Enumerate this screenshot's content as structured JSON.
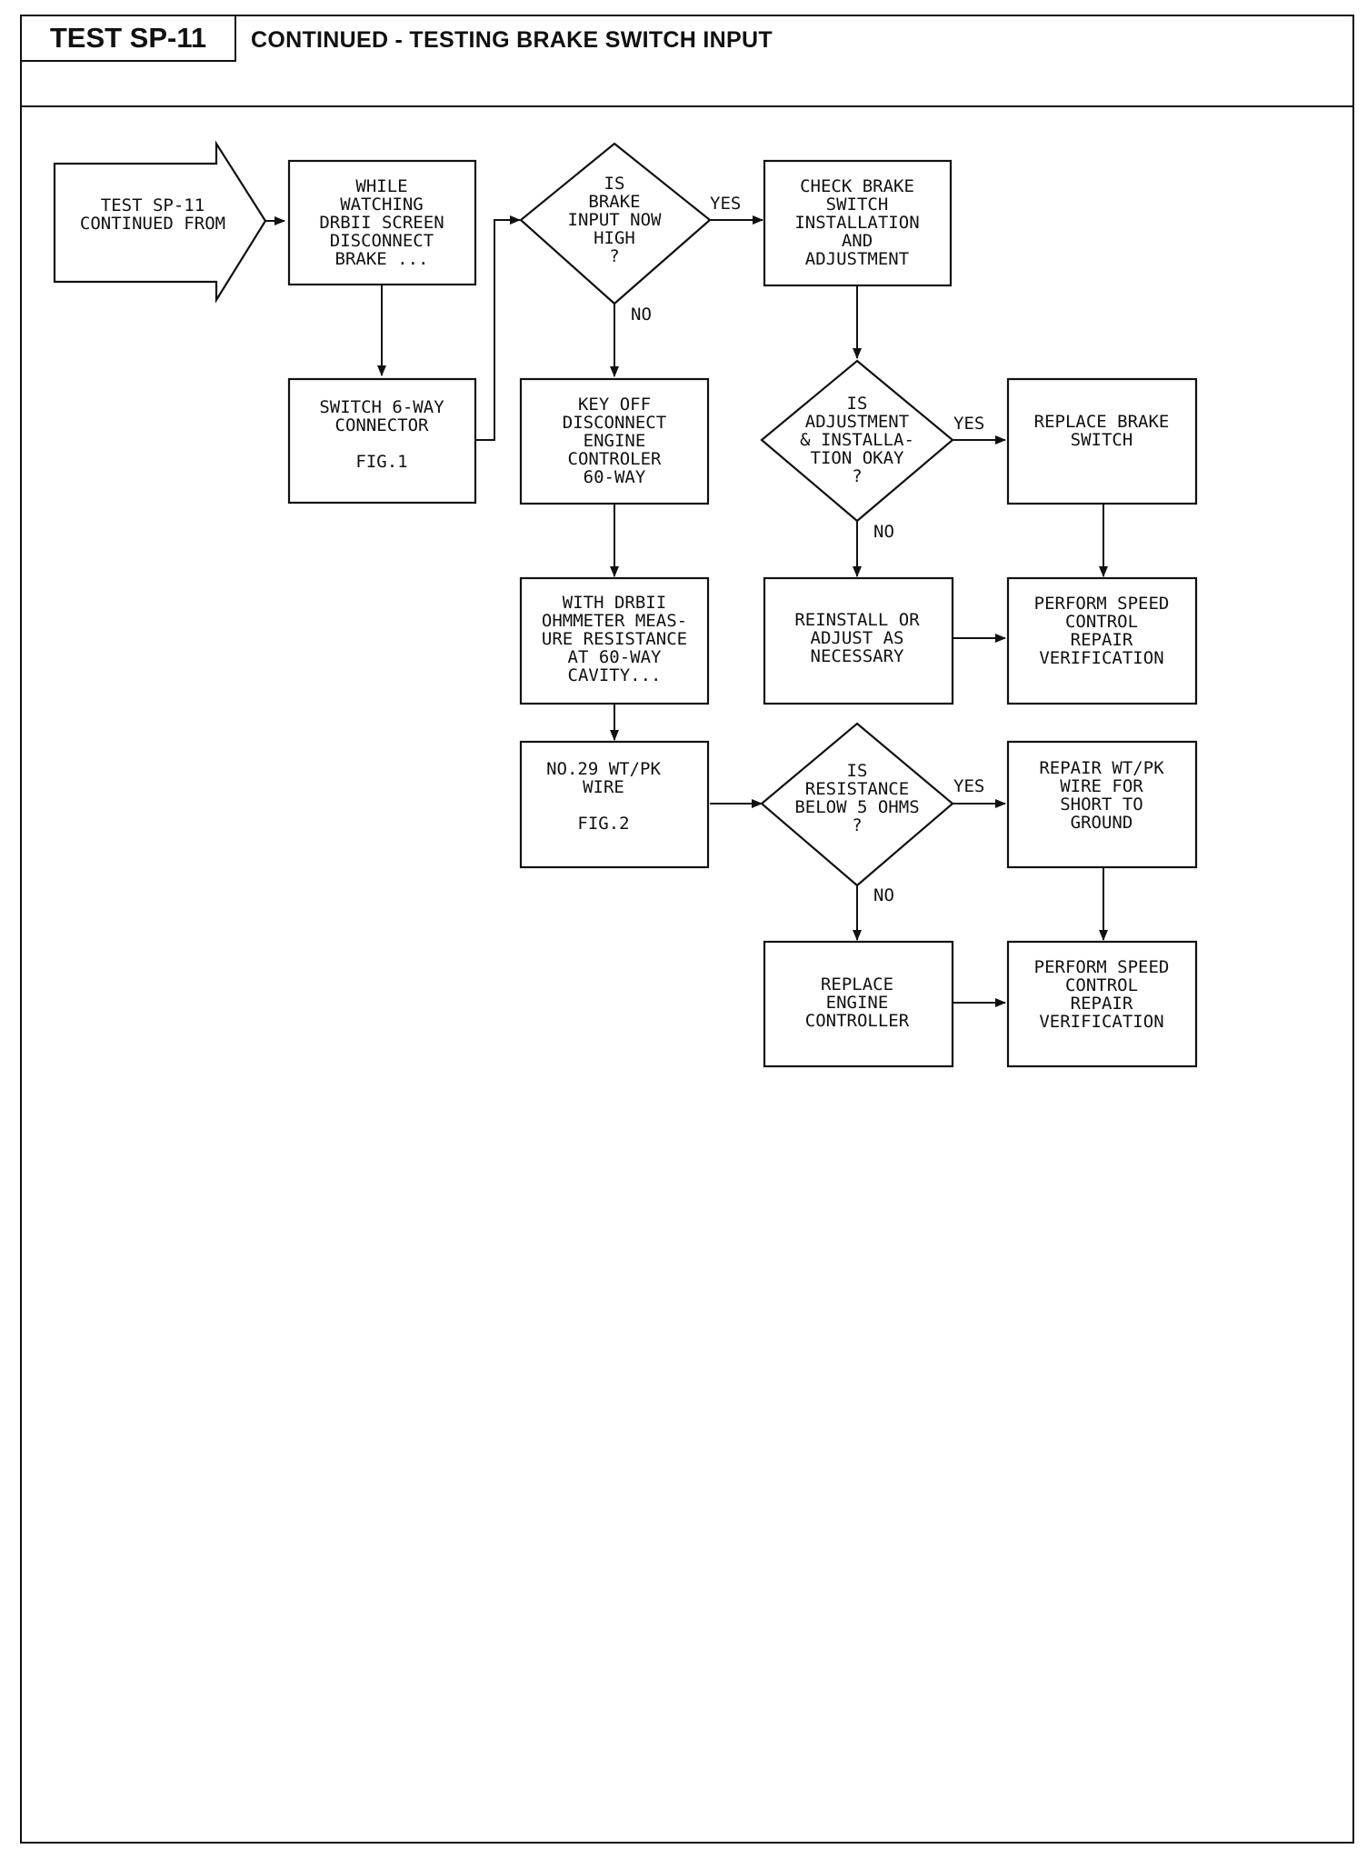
{
  "header": {
    "test_id": "TEST SP-11",
    "title": "CONTINUED - TESTING BRAKE SWITCH INPUT"
  },
  "nodes": {
    "start": [
      "TEST SP-11",
      "CONTINUED FROM"
    ],
    "watching": [
      "WHILE",
      "WATCHING",
      "DRBII SCREEN",
      "DISCONNECT",
      "BRAKE ..."
    ],
    "switch_connector": [
      "SWITCH 6-WAY",
      "CONNECTOR",
      "",
      "FIG.1"
    ],
    "brake_high": [
      "IS",
      "BRAKE",
      "INPUT NOW",
      "HIGH",
      "?"
    ],
    "check_install": [
      "CHECK BRAKE",
      "SWITCH",
      "INSTALLATION",
      "AND",
      "ADJUSTMENT"
    ],
    "key_off": [
      "KEY OFF",
      "DISCONNECT",
      "ENGINE",
      "CONTROLER",
      "60-WAY"
    ],
    "adjust_okay": [
      "IS",
      "ADJUSTMENT",
      "& INSTALLA-",
      "TION OKAY",
      "?"
    ],
    "replace_switch": [
      "REPLACE BRAKE",
      "SWITCH"
    ],
    "measure": [
      "WITH DRBII",
      "OHMMETER MEAS-",
      "URE RESISTANCE",
      "AT 60-WAY",
      "CAVITY..."
    ],
    "reinstall": [
      "REINSTALL OR",
      "ADJUST AS",
      "NECESSARY"
    ],
    "verify1": [
      "PERFORM SPEED",
      "CONTROL",
      "REPAIR",
      "VERIFICATION"
    ],
    "wire": [
      "NO.29 WT/PK",
      "WIRE",
      "",
      "FIG.2"
    ],
    "resistance": [
      "IS",
      "RESISTANCE",
      "BELOW 5 OHMS",
      "?"
    ],
    "repair_wire": [
      "REPAIR WT/PK",
      "WIRE FOR",
      "SHORT TO",
      "GROUND"
    ],
    "replace_controller": [
      "REPLACE",
      "ENGINE",
      "CONTROLLER"
    ],
    "verify2": [
      "PERFORM SPEED",
      "CONTROL",
      "REPAIR",
      "VERIFICATION"
    ]
  },
  "labels": {
    "yes1": "YES",
    "no1": "NO",
    "yes2": "YES",
    "no2": "NO",
    "yes3": "YES",
    "no3": "NO"
  }
}
